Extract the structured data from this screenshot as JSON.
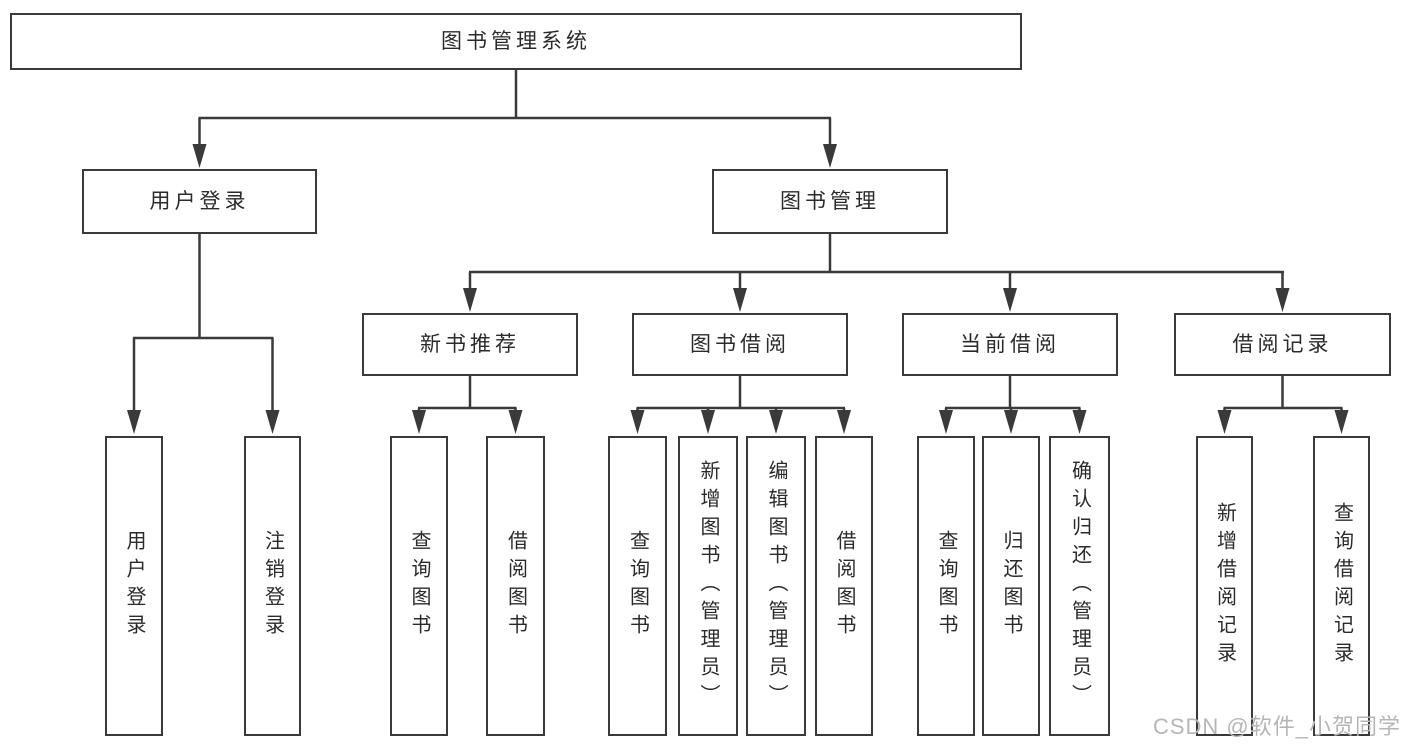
{
  "root_label": "图书管理系统",
  "user_login": {
    "label": "用户登录",
    "children": [
      "用户登录",
      "注销登录"
    ]
  },
  "book_mgmt": {
    "label": "图书管理"
  },
  "groups": [
    {
      "label": "新书推荐",
      "children": [
        "查询图书",
        "借阅图书"
      ]
    },
    {
      "label": "图书借阅",
      "children": [
        "查询图书",
        "新增图书（管理员）",
        "编辑图书（管理员）",
        "借阅图书"
      ]
    },
    {
      "label": "当前借阅",
      "children": [
        "查询图书",
        "归还图书",
        "确认归还（管理员）"
      ]
    },
    {
      "label": "借阅记录",
      "children": [
        "新增借阅记录",
        "查询借阅记录"
      ]
    }
  ],
  "watermark": "CSDN @软件_小贺同学",
  "colors": {
    "line": "#3a3a3a",
    "text": "#2b2b2b",
    "watermark": "#b6b6b6",
    "background": "#ffffff"
  }
}
